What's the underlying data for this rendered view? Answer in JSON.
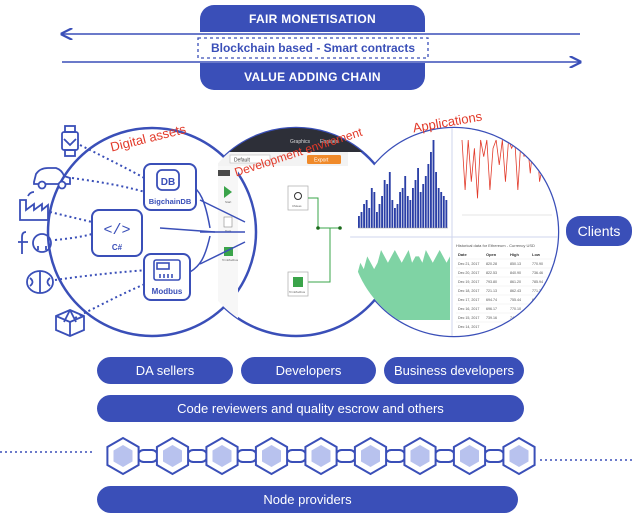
{
  "top": {
    "fair": "FAIR MONETISATION",
    "blockchain": "Blockchain based - Smart contracts",
    "value": "VALUE ADDING CHAIN"
  },
  "circles": {
    "digital_assets": "Digital assets",
    "development": "Development enviroment",
    "applications": "Applications"
  },
  "assets": {
    "bigchaindb": "BigchainDB",
    "csharp": "C#",
    "modbus": "Modbus",
    "db_glyph": "DB",
    "code_glyph": "</>"
  },
  "dev_ui": {
    "dropdown": "Default",
    "export_label": "Export",
    "tab1": "Graphics",
    "tab2": "Engines",
    "node1": "CMeas",
    "node2": "TcmModbus",
    "side_items": [
      "Start",
      "Data",
      "TcmModbus"
    ]
  },
  "table": {
    "title": "Historical data for Ethereum - Currency USD",
    "headers": [
      "Date",
      "Open",
      "High",
      "Low"
    ],
    "rows": [
      [
        "Dec 21, 2017",
        "820.28",
        "850.13",
        "770.90"
      ],
      [
        "Dec 20, 2017",
        "822.53",
        "840.90",
        "736.46"
      ],
      [
        "Dec 19, 2017",
        "793.80",
        "861.20",
        "785.94"
      ],
      [
        "Dec 18, 2017",
        "721.13",
        "862.43",
        "771.23"
      ],
      [
        "Dec 17, 2017",
        "694.74",
        "755.44",
        "694.74"
      ],
      [
        "Dec 16, 2017",
        "696.17",
        "770.10",
        "682.43"
      ],
      [
        "Dec 15, 2017",
        "739.16",
        "749.80",
        "717.48"
      ],
      [
        "Dec 14, 2017",
        "",
        "",
        ""
      ]
    ]
  },
  "clients": "Clients",
  "roles": {
    "da_sellers": "DA sellers",
    "developers": "Developers",
    "business_developers": "Business developers",
    "code_reviewers": "Code reviewers and quality escrow and others",
    "node_providers": "Node providers"
  },
  "colors": {
    "primary": "#3a4fb8",
    "accent_red": "#e23a2a",
    "bar_blue": "#2b3fa6",
    "area_green": "#7fd3a4",
    "node_green": "#3aa44a",
    "hex_fill": "#b8c2ee"
  },
  "chart_data": [
    {
      "type": "bar",
      "values": [
        3,
        4,
        6,
        7,
        5,
        10,
        9,
        4,
        6,
        8,
        12,
        11,
        14,
        7,
        5,
        6,
        9,
        10,
        13,
        8,
        7,
        10,
        12,
        15,
        9,
        11,
        13,
        16,
        19,
        22,
        14,
        10,
        9,
        8,
        7
      ],
      "title": "",
      "xlabel": "",
      "ylabel": ""
    },
    {
      "type": "line",
      "values": [
        9,
        3,
        9,
        4,
        8,
        2,
        9,
        7,
        9,
        3,
        8,
        9,
        6,
        9,
        4,
        9,
        8,
        9,
        3,
        9,
        7,
        9,
        5,
        9,
        9,
        4,
        6,
        9,
        8,
        5
      ],
      "title": "",
      "xlabel": "",
      "ylabel": ""
    },
    {
      "type": "area",
      "values": [
        6,
        8,
        7,
        9,
        8,
        10,
        9,
        8,
        9,
        11,
        10,
        9,
        10,
        11,
        10,
        9,
        10,
        11,
        9,
        10,
        10,
        9,
        11,
        10,
        9,
        10,
        11,
        10,
        9,
        10
      ],
      "title": "",
      "xlabel": "",
      "ylabel": ""
    }
  ]
}
